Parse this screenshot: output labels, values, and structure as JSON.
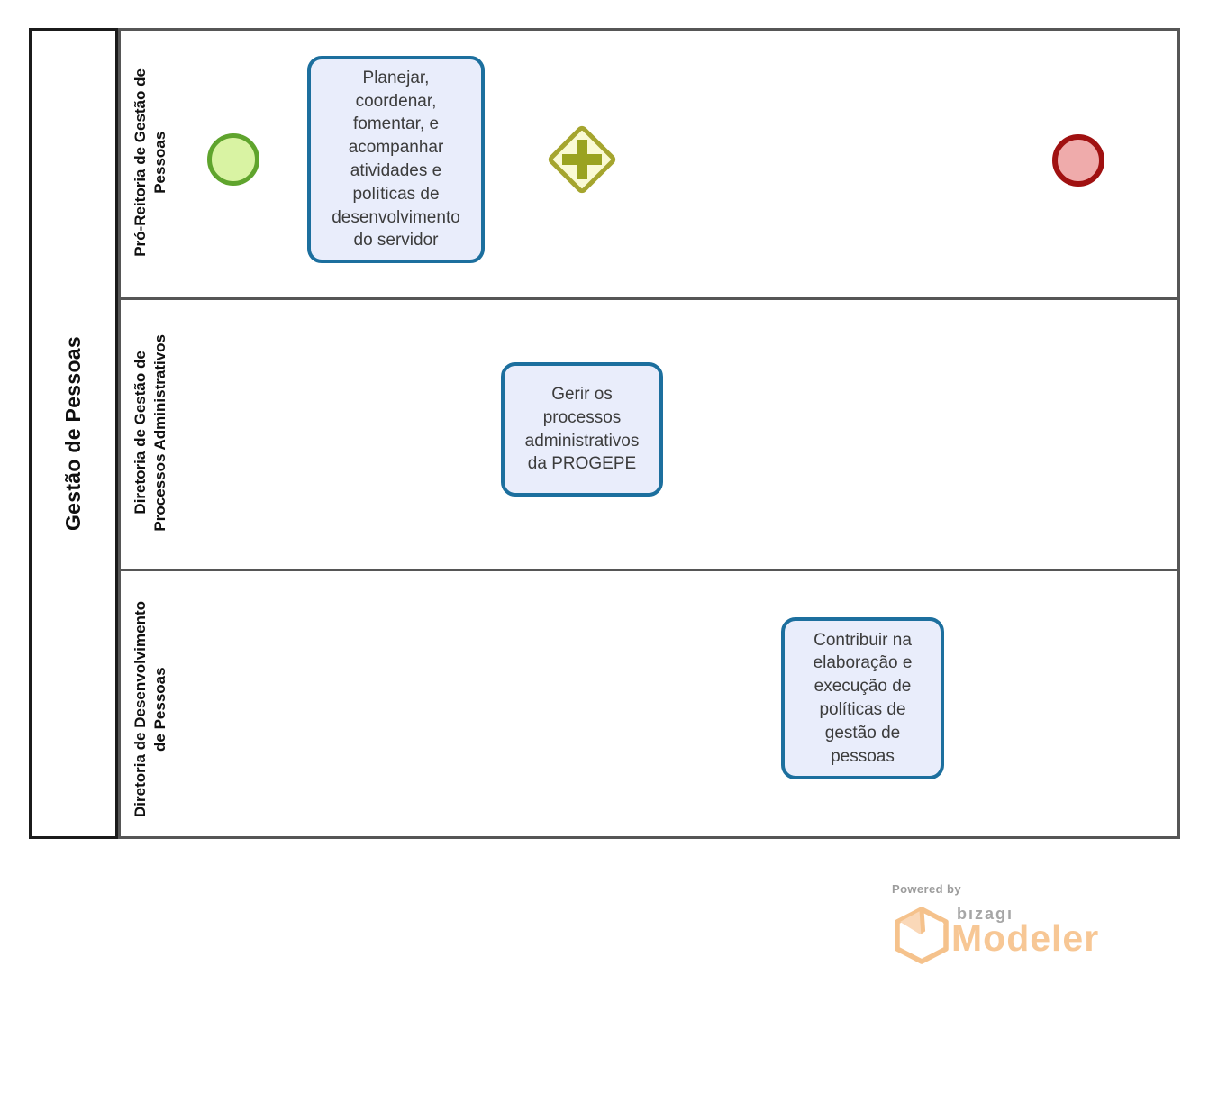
{
  "diagram": {
    "type": "bpmn-process",
    "pool": {
      "label": "Gestão de Pessoas"
    },
    "lanes": [
      {
        "label": "Pró-Reitoria de Gestão de\nPessoas"
      },
      {
        "label": "Diretoria de Gestão de\nProcessos Administrativos"
      },
      {
        "label": "Diretoria de Desenvolvimento\nde Pessoas"
      }
    ],
    "nodes": [
      {
        "id": "start",
        "type": "start-event",
        "lane": 0,
        "label": ""
      },
      {
        "id": "task1",
        "type": "task",
        "lane": 0,
        "label": "Planejar,\ncoordenar,\nfomentar, e\nacompanhar\natividades e\npolíticas de\ndesenvolvimento\ndo servidor"
      },
      {
        "id": "gateway",
        "type": "parallel-gateway",
        "lane": 0,
        "label": ""
      },
      {
        "id": "task2",
        "type": "task",
        "lane": 1,
        "label": "Gerir os\nprocessos\nadministrativos\nda PROGEPE"
      },
      {
        "id": "task3",
        "type": "task",
        "lane": 2,
        "label": "Contribuir na\nelaboração e\nexecução de\npolíticas de\ngestão de\npessoas"
      },
      {
        "id": "end",
        "type": "end-event",
        "lane": 0,
        "label": ""
      }
    ],
    "flows": [
      {
        "from": "start",
        "to": "task1"
      },
      {
        "from": "task1",
        "to": "gateway"
      },
      {
        "from": "gateway",
        "to": "task2"
      },
      {
        "from": "gateway",
        "to": "task3"
      },
      {
        "from": "task2",
        "to": "end"
      },
      {
        "from": "task3",
        "to": "end"
      }
    ]
  },
  "branding": {
    "powered_by": "Powered by",
    "brand": "bızagı",
    "product": "Modeler"
  },
  "colors": {
    "task_border": "#1c6f9e",
    "task_fill": "#e9edfb",
    "start_border": "#5fa42d",
    "start_fill": "#d9f3a3",
    "end_border": "#a01111",
    "end_fill": "#efabab",
    "gateway_border": "#a5a52e",
    "gateway_fill": "#fafad4",
    "gateway_plus": "#9aa320",
    "connector": "#111111",
    "lane_line": "#565656",
    "pool_line": "#1b1b1b",
    "brand_orange": "#f7c795",
    "brand_gray": "#a6a6a6"
  }
}
